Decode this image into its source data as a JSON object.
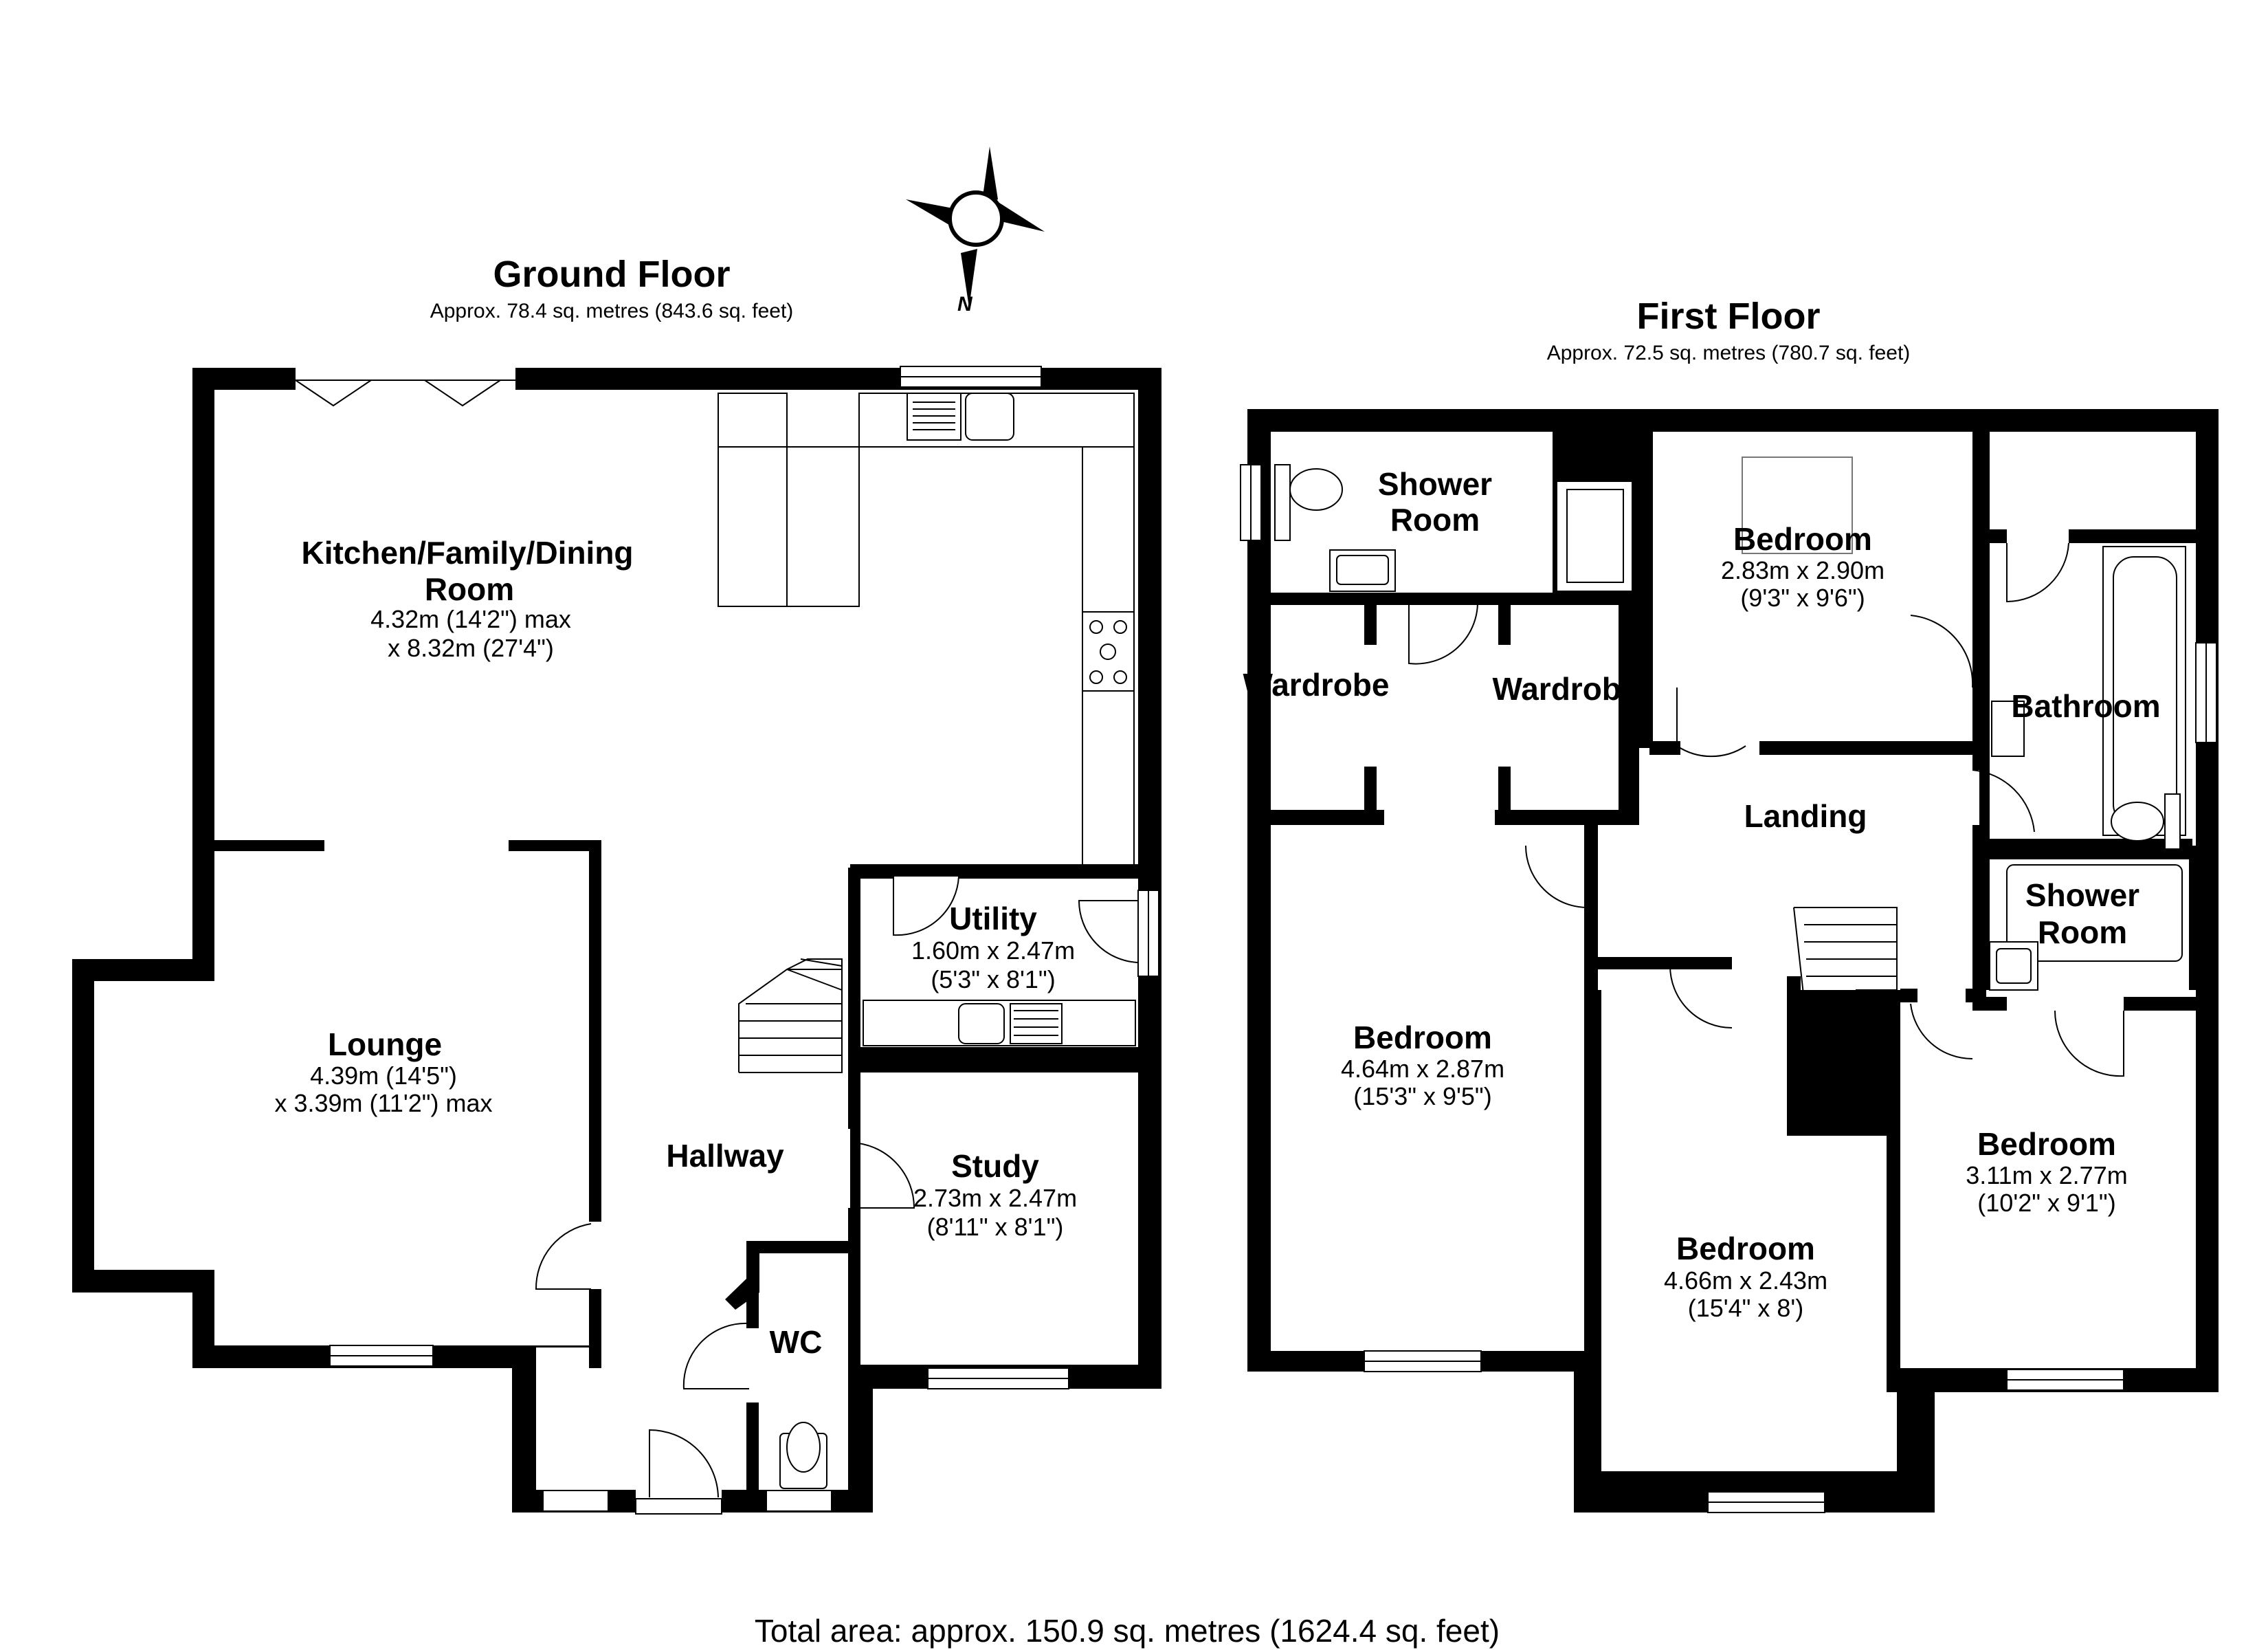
{
  "compass": {
    "label": "N"
  },
  "ground_floor": {
    "title": "Ground Floor",
    "area": "Approx. 78.4 sq. metres (843.6 sq. feet)",
    "rooms": {
      "kitchen": {
        "name_line1": "Kitchen/Family/Dining",
        "name_line2": "Room",
        "dim_line1": "4.32m (14'2\") max",
        "dim_line2": "x 8.32m (27'4\")"
      },
      "lounge": {
        "name": "Lounge",
        "dim_line1": "4.39m (14'5\")",
        "dim_line2": "x 3.39m (11'2\") max"
      },
      "utility": {
        "name": "Utility",
        "dim_line1": "1.60m x 2.47m",
        "dim_line2": "(5'3\" x 8'1\")"
      },
      "hallway": {
        "name": "Hallway"
      },
      "study": {
        "name": "Study",
        "dim_line1": "2.73m x 2.47m",
        "dim_line2": "(8'11\" x 8'1\")"
      },
      "wc": {
        "name": "WC"
      }
    }
  },
  "first_floor": {
    "title": "First Floor",
    "area": "Approx. 72.5 sq. metres (780.7 sq. feet)",
    "rooms": {
      "shower_room_1": {
        "name_line1": "Shower",
        "name_line2": "Room"
      },
      "bedroom_top": {
        "name": "Bedroom",
        "dim_line1": "2.83m x 2.90m",
        "dim_line2": "(9'3\" x 9'6\")"
      },
      "wardrobe_left": {
        "name": "Wardrobe"
      },
      "wardrobe_right": {
        "name": "Wardrobe"
      },
      "bathroom": {
        "name": "Bathroom"
      },
      "landing": {
        "name": "Landing"
      },
      "shower_room_2": {
        "name_line1": "Shower",
        "name_line2": "Room"
      },
      "bedroom_left": {
        "name": "Bedroom",
        "dim_line1": "4.64m x 2.87m",
        "dim_line2": "(15'3\" x 9'5\")"
      },
      "bedroom_middle": {
        "name": "Bedroom",
        "dim_line1": "4.66m x 2.43m",
        "dim_line2": "(15'4\" x 8')"
      },
      "bedroom_right": {
        "name": "Bedroom",
        "dim_line1": "3.11m x 2.77m",
        "dim_line2": "(10'2\" x 9'1\")"
      }
    }
  },
  "total_area": "Total area: approx. 150.9 sq. metres (1624.4 sq. feet)"
}
